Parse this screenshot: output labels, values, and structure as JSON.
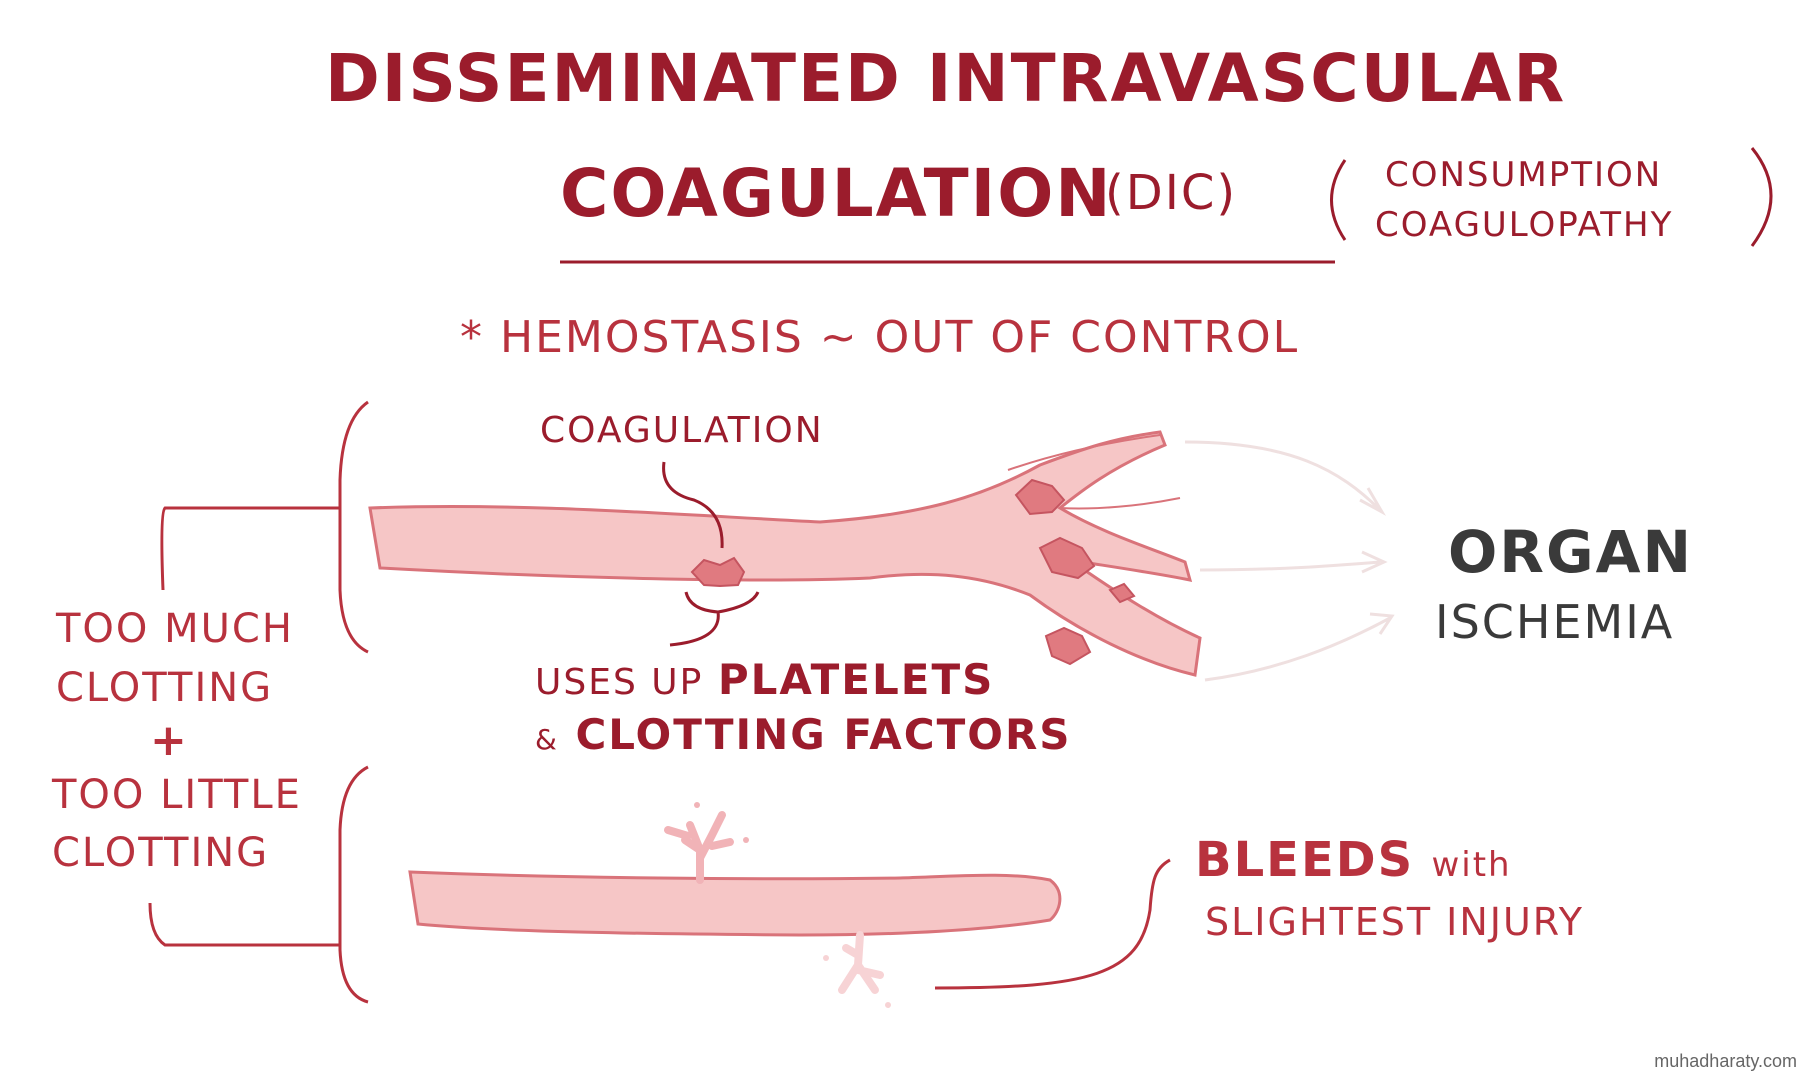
{
  "title": {
    "line1": "Disseminated Intravascular",
    "line2": "Coagulation",
    "abbrev": "(DIC)",
    "alt_line1": "Consumption",
    "alt_line2": "Coagulopathy"
  },
  "subtitle": "* Hemostasis ~ out of control",
  "left_labels": {
    "too_much_line1": "Too much",
    "too_much_line2": "clotting",
    "plus": "+",
    "too_little_line1": "Too little",
    "too_little_line2": "clotting"
  },
  "upper_vessel": {
    "coagulation_label": "Coagulation",
    "uses_up_prefix": "uses up",
    "uses_up_emph": "platelets",
    "factors_prefix": "&",
    "factors_emph": "clotting factors",
    "result_line1": "Organ",
    "result_line2": "ischemia"
  },
  "lower_vessel": {
    "bleeds_emph": "Bleeds",
    "bleeds_with": "with",
    "bleeds_line2": "slightest injury"
  },
  "watermark": "muhadharaty.com",
  "colors": {
    "dark_red": "#9b1c2c",
    "mid_red": "#b8323e",
    "vessel_fill": "#f6c6c6",
    "vessel_stroke": "#d9737a",
    "clot": "#e07a80",
    "ischemia_text": "#3a3a3a"
  }
}
